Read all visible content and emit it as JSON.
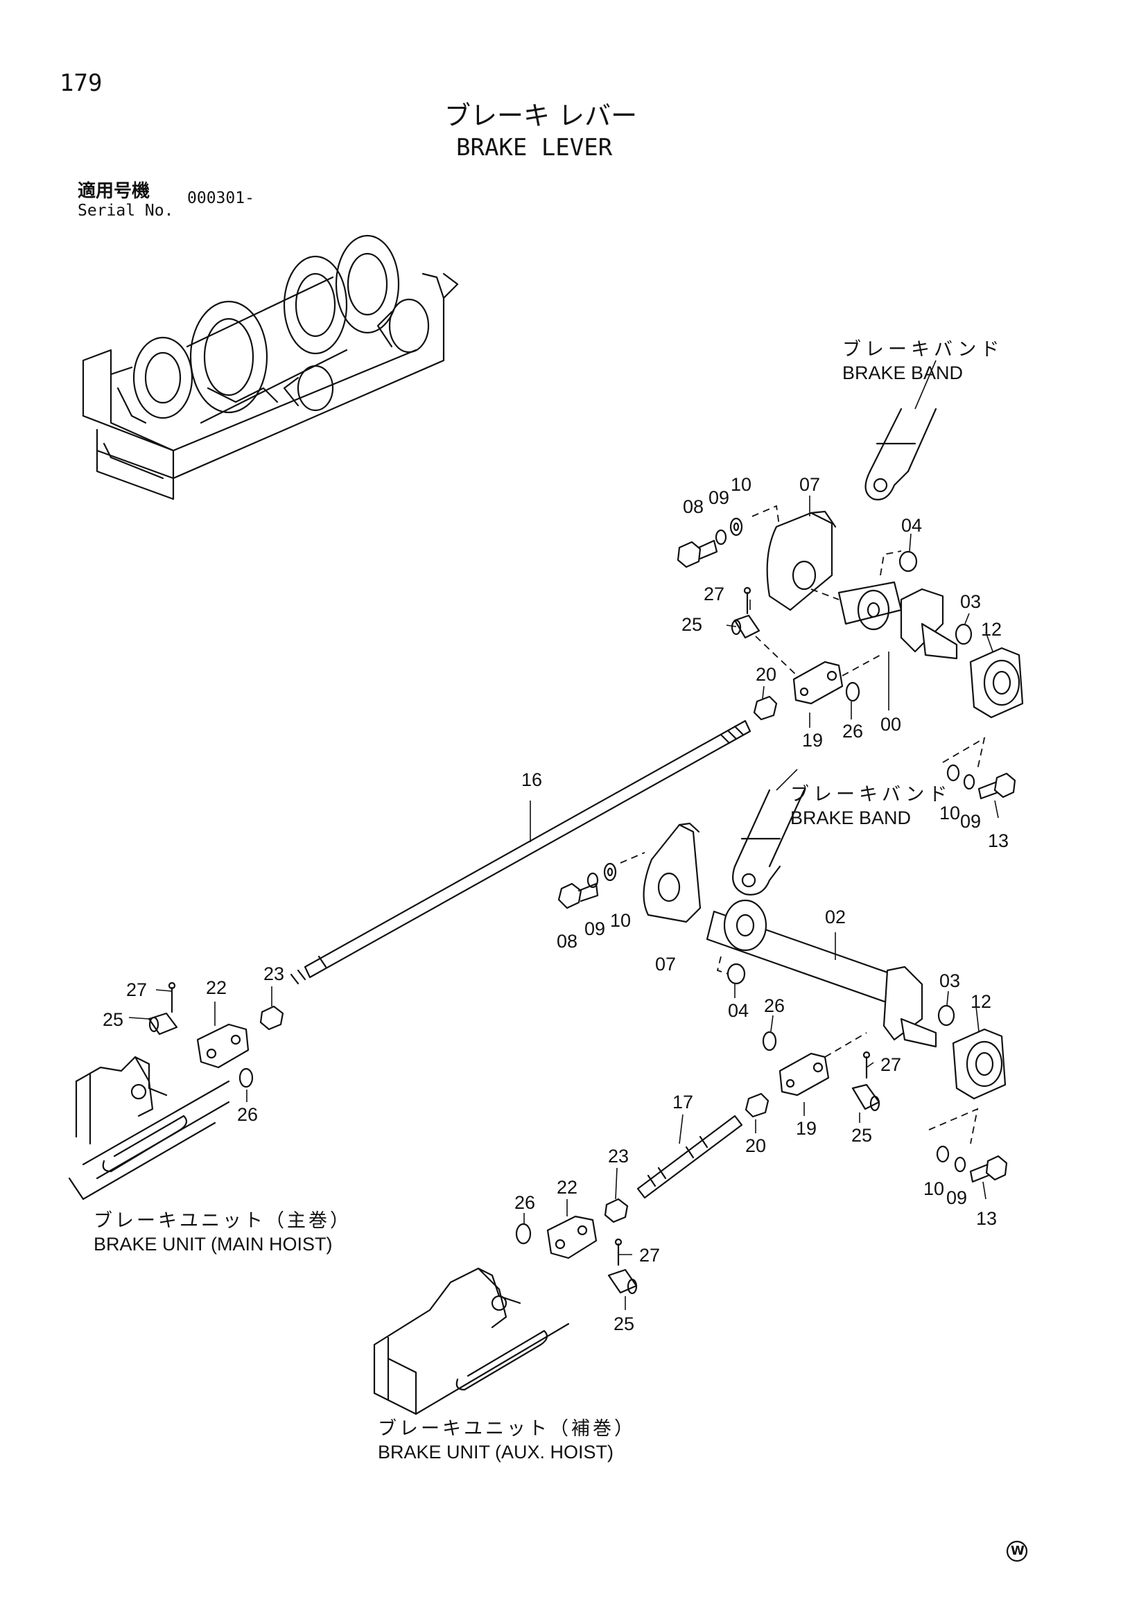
{
  "page_number": "179",
  "title_jp": "ブレーキ レバー",
  "title_en": "BRAKE LEVER",
  "serial": {
    "label_jp": "適用号機",
    "label_en": "Serial No.",
    "value": "000301-"
  },
  "callouts": {
    "brake_band_upper": {
      "jp": "ブレーキバンド",
      "en": "BRAKE BAND"
    },
    "brake_band_lower": {
      "jp": "ブレーキバンド",
      "en": "BRAKE BAND"
    },
    "brake_unit_main": {
      "jp": "ブレーキユニット（主巻）",
      "en": "BRAKE UNIT (MAIN HOIST)"
    },
    "brake_unit_aux": {
      "jp": "ブレーキユニット（補巻）",
      "en": "BRAKE UNIT (AUX. HOIST)"
    }
  },
  "part_labels": {
    "p08a": "08",
    "p09a": "09",
    "p10a": "10",
    "p07a": "07",
    "p04a": "04",
    "p27a": "27",
    "p25a": "25",
    "p03a": "03",
    "p12a": "12",
    "p20a": "20",
    "p19a": "19",
    "p26a": "26",
    "p00": "00",
    "p16": "16",
    "p10b": "10",
    "p09b": "09",
    "p13a": "13",
    "p08b": "08",
    "p09c": "09",
    "p10c": "10",
    "p07b": "07",
    "p02": "02",
    "p03b": "03",
    "p12b": "12",
    "p04b": "04",
    "p26b": "26",
    "p27b": "27",
    "p25b": "25",
    "p19b": "19",
    "p20b": "20",
    "p27c": "27",
    "p22a": "22",
    "p23a": "23",
    "p25c": "25",
    "p26c": "26",
    "p17": "17",
    "p23b": "23",
    "p22b": "22",
    "p26d": "26",
    "p27d": "27",
    "p25d": "25",
    "p10d": "10",
    "p09d": "09",
    "p13b": "13"
  },
  "footer_mark": "W"
}
